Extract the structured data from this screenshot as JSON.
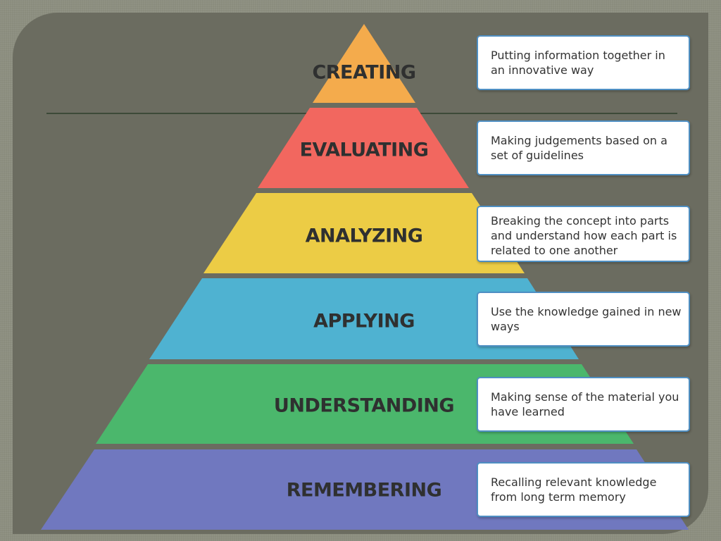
{
  "levels": [
    {
      "name": "CREATING",
      "description": "Putting information together in an innovative way",
      "color": "#f4ab4c"
    },
    {
      "name": "EVALUATING",
      "description": "Making judgements based on a set of guidelines",
      "color": "#f2675f"
    },
    {
      "name": "ANALYZING",
      "description": "Breaking the concept into parts and understand how each part is related to one another",
      "color": "#eccc45"
    },
    {
      "name": "APPLYING",
      "description": "Use the knowledge gained in new ways",
      "color": "#4fb2d1"
    },
    {
      "name": "UNDERSTANDING",
      "description": "Making sense of the material you have learned",
      "color": "#4bb76c"
    },
    {
      "name": "REMEMBERING",
      "description": "Recalling relevant knowledge from long term memory",
      "color": "#7078bf"
    }
  ]
}
